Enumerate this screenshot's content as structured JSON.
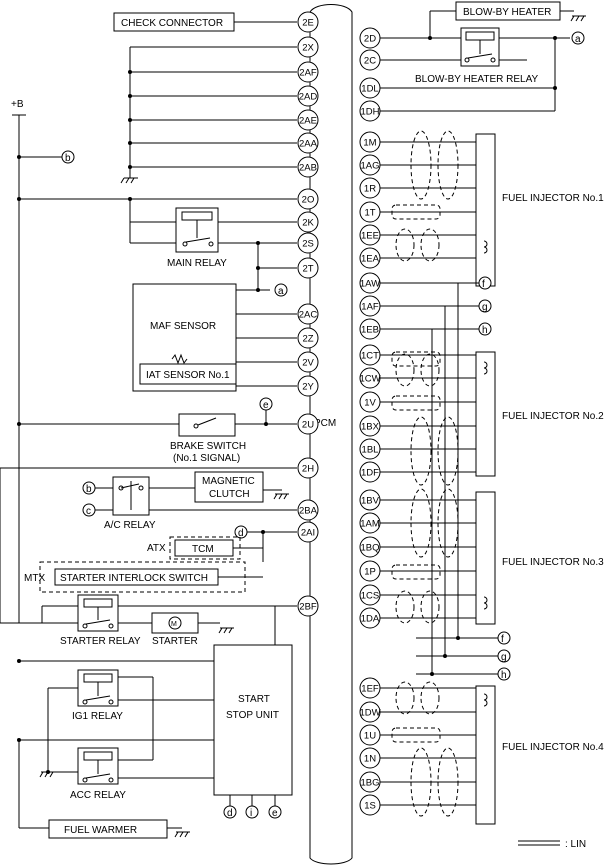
{
  "ecu": {
    "label": "PCM"
  },
  "left_pins": [
    "2E",
    "2X",
    "2AF",
    "2AD",
    "2AE",
    "2AA",
    "2AB",
    "2O",
    "2K",
    "2S",
    "2T",
    "2AC",
    "2Z",
    "2V",
    "2Y",
    "2U",
    "2H",
    "2BA",
    "2AI",
    "2BF"
  ],
  "right_pins": [
    "2D",
    "2C",
    "1DL",
    "1DH",
    "1M",
    "1AG",
    "1R",
    "1T",
    "1EE",
    "1EA",
    "1AW",
    "1AF",
    "1EB",
    "1CT",
    "1CW",
    "1V",
    "1BX",
    "1BL",
    "1DF",
    "1BV",
    "1AM",
    "1BQ",
    "1P",
    "1CS",
    "1DA",
    "1EF",
    "1DW",
    "1U",
    "1N",
    "1BG",
    "1S"
  ],
  "labels": {
    "check_connector": "CHECK CONNECTOR",
    "blowby_heater": "BLOW-BY HEATER",
    "blowby_heater_relay": "BLOW-BY HEATER RELAY",
    "plus_b": "+B",
    "main_relay": "MAIN RELAY",
    "maf_sensor": "MAF SENSOR",
    "iat_sensor": "IAT SENSOR No.1",
    "brake_switch": "BRAKE SWITCH",
    "brake_switch_sub": "(No.1 SIGNAL)",
    "magnetic_clutch_1": "MAGNETIC",
    "magnetic_clutch_2": "CLUTCH",
    "ac_relay": "A/C RELAY",
    "atx": "ATX",
    "tcm": "TCM",
    "mtx": "MTX",
    "starter_interlock": "STARTER INTERLOCK SWITCH",
    "starter_relay": "STARTER RELAY",
    "starter": "STARTER",
    "start_stop_1": "START",
    "start_stop_2": "STOP UNIT",
    "ig1_relay": "IG1 RELAY",
    "acc_relay": "ACC RELAY",
    "fuel_warmer": "FUEL WARMER",
    "injector_1": "FUEL INJECTOR No.1",
    "injector_2": "FUEL INJECTOR No.2",
    "injector_3": "FUEL INJECTOR No.3",
    "injector_4": "FUEL INJECTOR No.4",
    "lin_legend": ": LIN"
  },
  "connectors": {
    "a": "a",
    "b": "b",
    "c": "c",
    "d": "d",
    "e": "e",
    "f": "f",
    "g": "g",
    "h": "h",
    "i": "i"
  }
}
